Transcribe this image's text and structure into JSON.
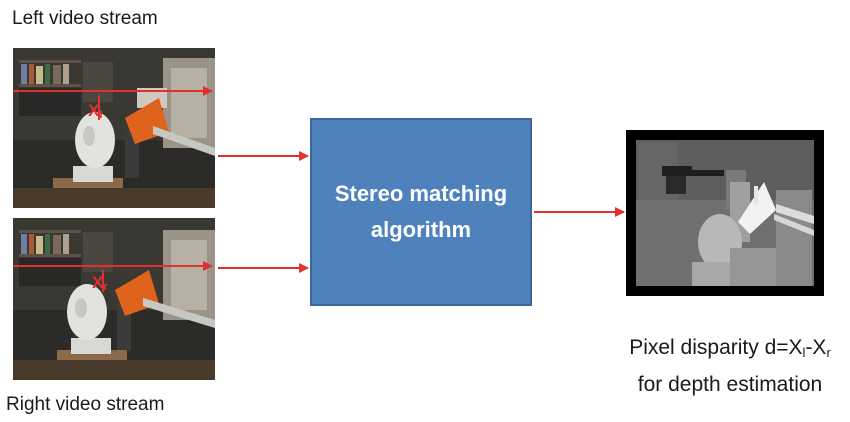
{
  "labels": {
    "left_stream": "Left video stream",
    "right_stream": "Right video stream"
  },
  "markers": {
    "left_base": "X",
    "left_sub": "l",
    "right_base": "X",
    "right_sub": "r"
  },
  "algorithm": {
    "line1": "Stereo matching",
    "line2": "algorithm"
  },
  "caption": {
    "line1_prefix": "Pixel disparity d=X",
    "line1_sub1": "l",
    "line1_mid": "-X",
    "line1_sub2": "r",
    "line2": "for depth estimation"
  },
  "colors": {
    "arrow": "#e03030",
    "box_fill": "#4f81bd",
    "box_border": "#3a6698"
  }
}
